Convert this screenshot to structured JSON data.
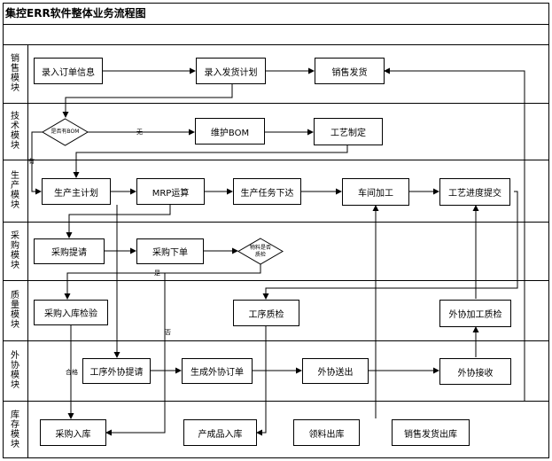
{
  "title": "集控ERR软件整体业务流程图",
  "lanes": [
    {
      "label": "销售模块"
    },
    {
      "label": "技术模块"
    },
    {
      "label": "生产模块"
    },
    {
      "label": "采购模块"
    },
    {
      "label": "质量模块"
    },
    {
      "label": "外协模块"
    },
    {
      "label": "库存模块"
    }
  ],
  "nodes": {
    "order_entry": "录入订单信息",
    "delivery_plan": "录入发货计划",
    "sales_delivery": "销售发货",
    "has_bom": "是否有BOM",
    "maintain_bom": "维护BOM",
    "process_design": "工艺制定",
    "master_plan": "生产主计划",
    "mrp": "MRP运算",
    "task_release": "生产任务下达",
    "workshop": "车间加工",
    "progress_submit": "工艺进度提交",
    "purchase_request": "采购提请",
    "purchase_order": "采购下单",
    "need_inspect_line1": "物料是否",
    "need_inspect_line2": "质检",
    "incoming_inspect": "采购入库检验",
    "process_qc": "工序质检",
    "outsourced_qc": "外协加工质检",
    "outsource_request": "工序外协提请",
    "outsource_order": "生成外协订单",
    "outsource_send": "外协送出",
    "outsource_receive": "外协接收",
    "purchase_stockin": "采购入库",
    "product_stockin": "产成品入库",
    "material_out": "领料出库",
    "sales_out": "销售发货出库"
  },
  "edge_labels": {
    "no": "无",
    "yes": "有",
    "is": "是",
    "not": "否",
    "pass": "合格"
  }
}
